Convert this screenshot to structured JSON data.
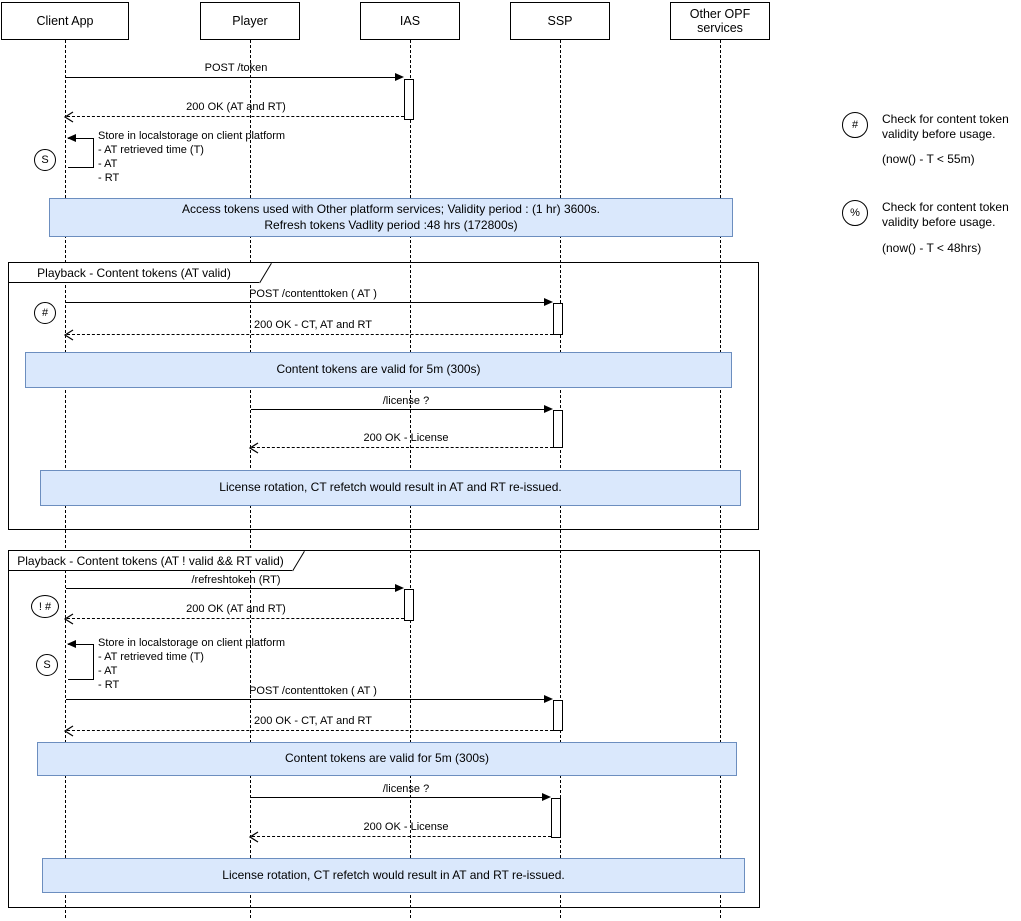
{
  "colors": {
    "note_fill": "#dae8fc",
    "note_border": "#6c8ebf",
    "line_color": "#000000",
    "background": "#ffffff"
  },
  "actors": [
    {
      "label": "Client App"
    },
    {
      "label": "Player"
    },
    {
      "label": "IAS"
    },
    {
      "label": "SSP"
    },
    {
      "label": "Other OPF services"
    }
  ],
  "top": {
    "msg_post_token": "POST /token",
    "msg_200_at_rt": "200 OK (AT and RT)",
    "store_badge": "S",
    "store_title": "Store in localstorage on client platform",
    "store_item_1": "- AT retrieved time (T)",
    "store_item_2": "- AT",
    "store_item_3": "- RT",
    "note_tokens_line1": "Access tokens used with Other platform services; Validity period : (1 hr) 3600s.",
    "note_tokens_line2": "Refresh tokens Vadlity period :48 hrs (172800s)"
  },
  "legend": {
    "item1_symbol": "#",
    "item1_text": "Check for content token validity before usage.",
    "item1_condition": "(now() - T < 55m)",
    "item2_symbol": "%",
    "item2_text": "Check for content token validity before usage.",
    "item2_condition": "(now() - T <  48hrs)"
  },
  "frame1": {
    "title": "Playback - Content tokens (AT valid)",
    "badge": "#",
    "msg_post_contenttoken": "POST /contenttoken ( AT )",
    "msg_200_ct": "200 OK - CT, AT and RT",
    "msg_license": "/license ?",
    "msg_200_license": "200 OK - License",
    "note_valid": "Content tokens are valid for 5m (300s)",
    "note_license": "License rotation, CT refetch would result in AT and RT re-issued."
  },
  "frame2": {
    "title": "Playback - Content tokens (AT ! valid && RT valid)",
    "badge": "! #",
    "store_badge": "S",
    "store_title": "Store in localstorage on client platform",
    "store_item_1": "- AT retrieved time (T)",
    "store_item_2": "- AT",
    "store_item_3": "- RT",
    "msg_refreshtoken": "/refreshtoken (RT)",
    "msg_200_at_rt": "200 OK (AT and RT)",
    "msg_post_contenttoken": "POST /contenttoken ( AT )",
    "msg_200_ct": "200 OK - CT, AT and RT",
    "msg_license": "/license ?",
    "msg_200_license": "200 OK - License",
    "note_valid": "Content tokens are valid for 5m (300s)",
    "note_license": "License rotation, CT refetch would result in AT and RT re-issued."
  }
}
